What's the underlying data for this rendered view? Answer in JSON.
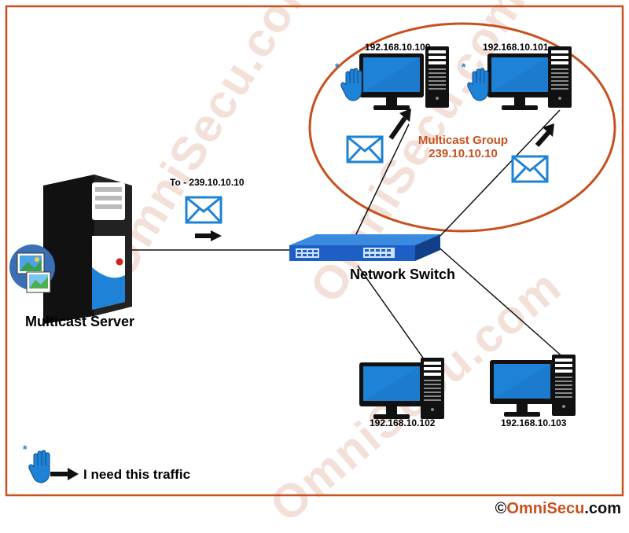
{
  "server": {
    "label": "Multicast Server"
  },
  "switch": {
    "label": "Network Switch"
  },
  "packet": {
    "label": "To - 239.10.10.10"
  },
  "group": {
    "line1": "Multicast Group",
    "line2": "239.10.10.10"
  },
  "hosts": [
    {
      "ip": "192.168.10.100",
      "member": true
    },
    {
      "ip": "192.168.10.101",
      "member": true
    },
    {
      "ip": "192.168.10.102",
      "member": false
    },
    {
      "ip": "192.168.10.103",
      "member": false
    }
  ],
  "legend": {
    "text": "I need this traffic"
  },
  "watermark": {
    "text1": "OmniSecu.com",
    "text2": "OmniSecu.com",
    "text3": "OmniSecu.com"
  },
  "copyright": {
    "symbol": "©",
    "name": "OmniSecu",
    "domain": ".com"
  },
  "colors": {
    "border": "#c8501e",
    "monitor": "#1e82d6",
    "accent": "#c8501e",
    "switch": "#1d5fc4"
  }
}
